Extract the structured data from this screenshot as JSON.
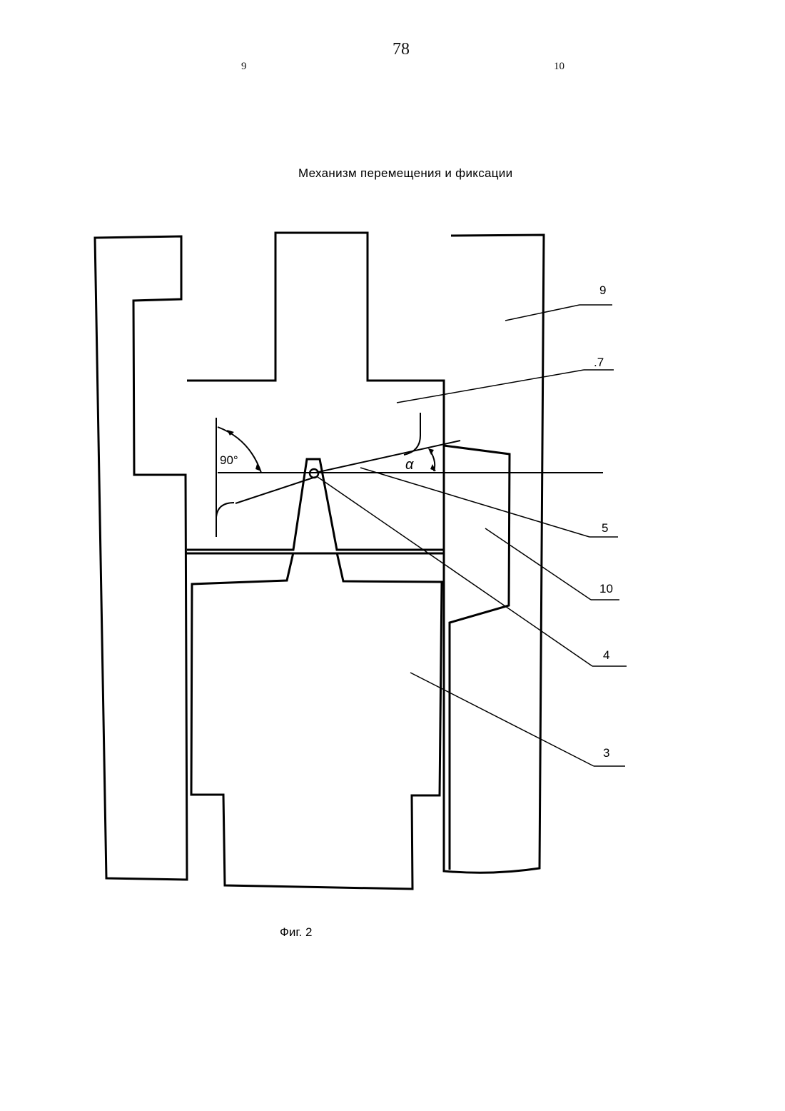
{
  "header": {
    "page_number": "78",
    "left_column_number": "9",
    "right_column_number": "10"
  },
  "figure": {
    "title": "Механизм перемещения и фиксации",
    "caption": "Фиг. 2",
    "angle_label_right": "90°",
    "angle_label_alpha": "α",
    "callouts": [
      "9",
      ".7",
      "5",
      "10",
      "4",
      "3"
    ]
  }
}
